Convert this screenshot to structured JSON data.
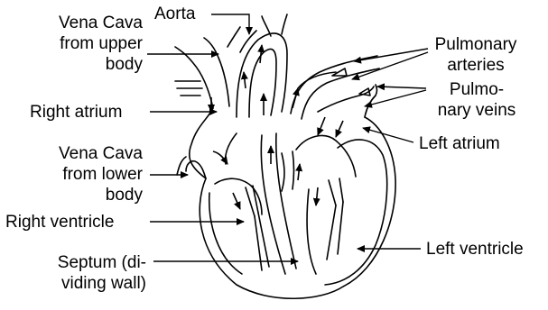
{
  "labels": {
    "aorta": "Aorta",
    "vena_cava_upper": [
      "Vena Cava",
      "from upper",
      "body"
    ],
    "right_atrium": "Right atrium",
    "vena_cava_lower": [
      "Vena Cava",
      "from lower",
      "body"
    ],
    "right_ventricle": "Right ventricle",
    "septum": [
      "Septum (di-",
      "viding wall)"
    ],
    "pulmonary_arteries": [
      "Pulmonary",
      "arteries"
    ],
    "pulmonary_veins": [
      "Pulmo-",
      "nary veins"
    ],
    "left_atrium": "Left atrium",
    "left_ventricle": "Left ventricle"
  }
}
